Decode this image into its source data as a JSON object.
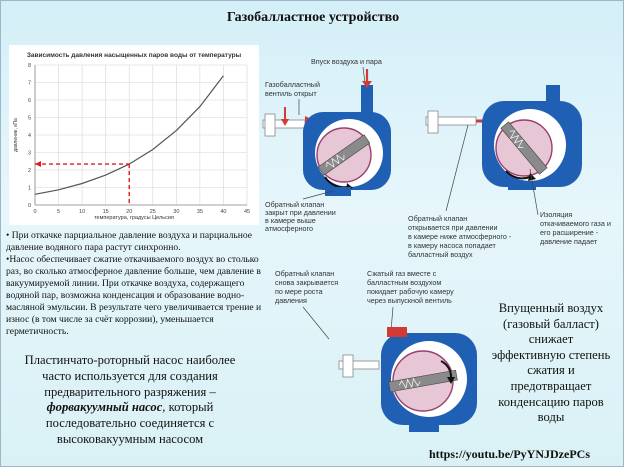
{
  "title": "Газобалластное устройство",
  "chart_data": {
    "type": "line",
    "title": "Зависимость давления насыщенных паров воды от температуры",
    "xlabel": "температура, градусы Цельсия",
    "ylabel": "давление, кПа",
    "xlim": [
      0,
      45
    ],
    "ylim": [
      0,
      8
    ],
    "x_ticks": [
      "0",
      "5",
      "10",
      "15",
      "20",
      "25",
      "30",
      "35",
      "40",
      "45"
    ],
    "y_ticks": [
      "0",
      "1",
      "2",
      "3",
      "4",
      "5",
      "6",
      "7",
      "8"
    ],
    "grid": true,
    "series": [
      {
        "x": [
          0,
          5,
          10,
          15,
          20,
          25,
          30,
          35,
          40
        ],
        "y": [
          0.61,
          0.87,
          1.23,
          1.71,
          2.34,
          3.17,
          4.25,
          5.62,
          7.38
        ]
      }
    ],
    "annotation": {
      "x": 20,
      "y": 2.34
    }
  },
  "bullets": [
    "• При откачке парциальное давление воздуха и парциальное давление водяного пара растут синхронно.",
    "•Насос обеспечивает сжатие откачиваемого воздух во столько раз, во сколько атмосферное давление больше, чем давление в вакуумируемой линии. При откачке воздуха, содержащего водяной пар, возможна конденсация и образование водно-масляной эмульсии. В результате чего увеличивается трение и износ (в том числе за счёт коррозии), уменьшается герметичность."
  ],
  "note_left": {
    "part1": "Пластинчато-роторный насос наиболее часто используется для создания предварительного разряжения – ",
    "emphasis": "форвакуумный насос",
    "part2": ", который последовательно соединяется с высоковакуумным насосом"
  },
  "note_right": "Впущенный воздух (газовый балласт) снижает эффективную степень сжатия и предотвращает конденсацию паров воды",
  "link": "https://youtu.be/PyYNJDzePCs",
  "diagram_labels": {
    "inlet": "Впуск воздуха и пара",
    "valve_open": [
      "Газобалластный",
      "вентиль открыт"
    ],
    "check_closed": [
      "Обратный клапан",
      "закрыт при давлении",
      "в камере выше",
      "атмосферного"
    ],
    "check_opens": [
      "Обратный клапан",
      "открывается при давлении",
      "в камере ниже атмосферного -",
      "в камеру насоса попадает",
      "балластный воздух"
    ],
    "isolation": [
      "Изоляция",
      "откачиваемого газа и",
      "его расширение -",
      "давление падает"
    ],
    "check_closes_again": [
      "Обратный клапан",
      "снова закрывается",
      "по мере роста",
      "давления"
    ],
    "compressed_gas": [
      "Сжатый газ вместе с",
      "балластным воздухом",
      "покидает рабочую камеру",
      "через выпускной вентиль"
    ]
  },
  "colors": {
    "pump_blue": "#1f5fb4",
    "rotor": "#e7c6d6",
    "valve_red": "#d23a36",
    "curve": "#555555",
    "dash": "#e31b1b"
  }
}
